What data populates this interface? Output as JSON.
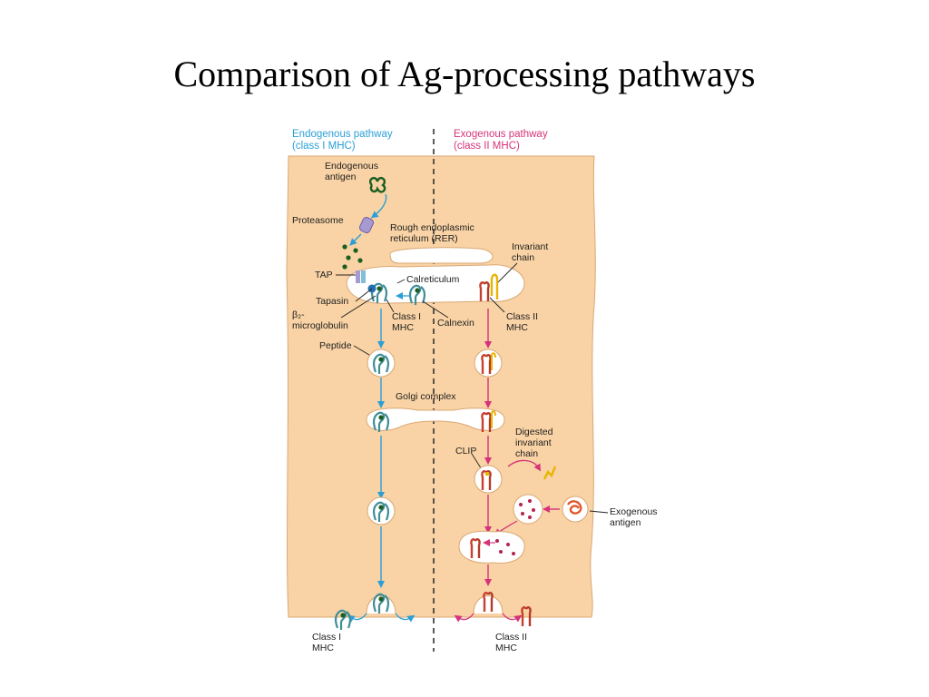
{
  "title": "Comparison of Ag-processing pathways",
  "headers": {
    "endogenous_line1": "Endogenous pathway",
    "endogenous_line2": "(class I MHC)",
    "exogenous_line1": "Exogenous pathway",
    "exogenous_line2": "(class II MHC)"
  },
  "labels": {
    "endogenous_antigen_1": "Endogenous",
    "endogenous_antigen_2": "antigen",
    "proteasome": "Proteasome",
    "rer_1": "Rough endoplasmic",
    "rer_2": "reticulum (RER)",
    "invariant_chain_1": "Invariant",
    "invariant_chain_2": "chain",
    "tap": "TAP",
    "calreticulum": "Calreticulum",
    "tapasin": "Tapasin",
    "beta2_1": "β₂-",
    "beta2_2": "microglobulin",
    "class1_mhc_1": "Class I",
    "class1_mhc_2": "MHC",
    "calnexin": "Calnexin",
    "class2_mhc_1": "Class II",
    "class2_mhc_2": "MHC",
    "peptide": "Peptide",
    "golgi": "Golgi complex",
    "digested_1": "Digested",
    "digested_2": "invariant",
    "digested_3": "chain",
    "clip": "CLIP",
    "exogenous_antigen_1": "Exogenous",
    "exogenous_antigen_2": "antigen",
    "bottom_class1_1": "Class I",
    "bottom_class1_2": "MHC",
    "bottom_class2_1": "Class II",
    "bottom_class2_2": "MHC"
  },
  "colors": {
    "cell": "#f9d3a5",
    "cell_edge": "#d9a874",
    "endogenous": "#2a9fd6",
    "exogenous": "#d6337a",
    "class1_mhc": "#5aa6b0",
    "class2_mhc": "#c8402e",
    "peptide": "#1b5e20",
    "invariant": "#e8b400"
  }
}
